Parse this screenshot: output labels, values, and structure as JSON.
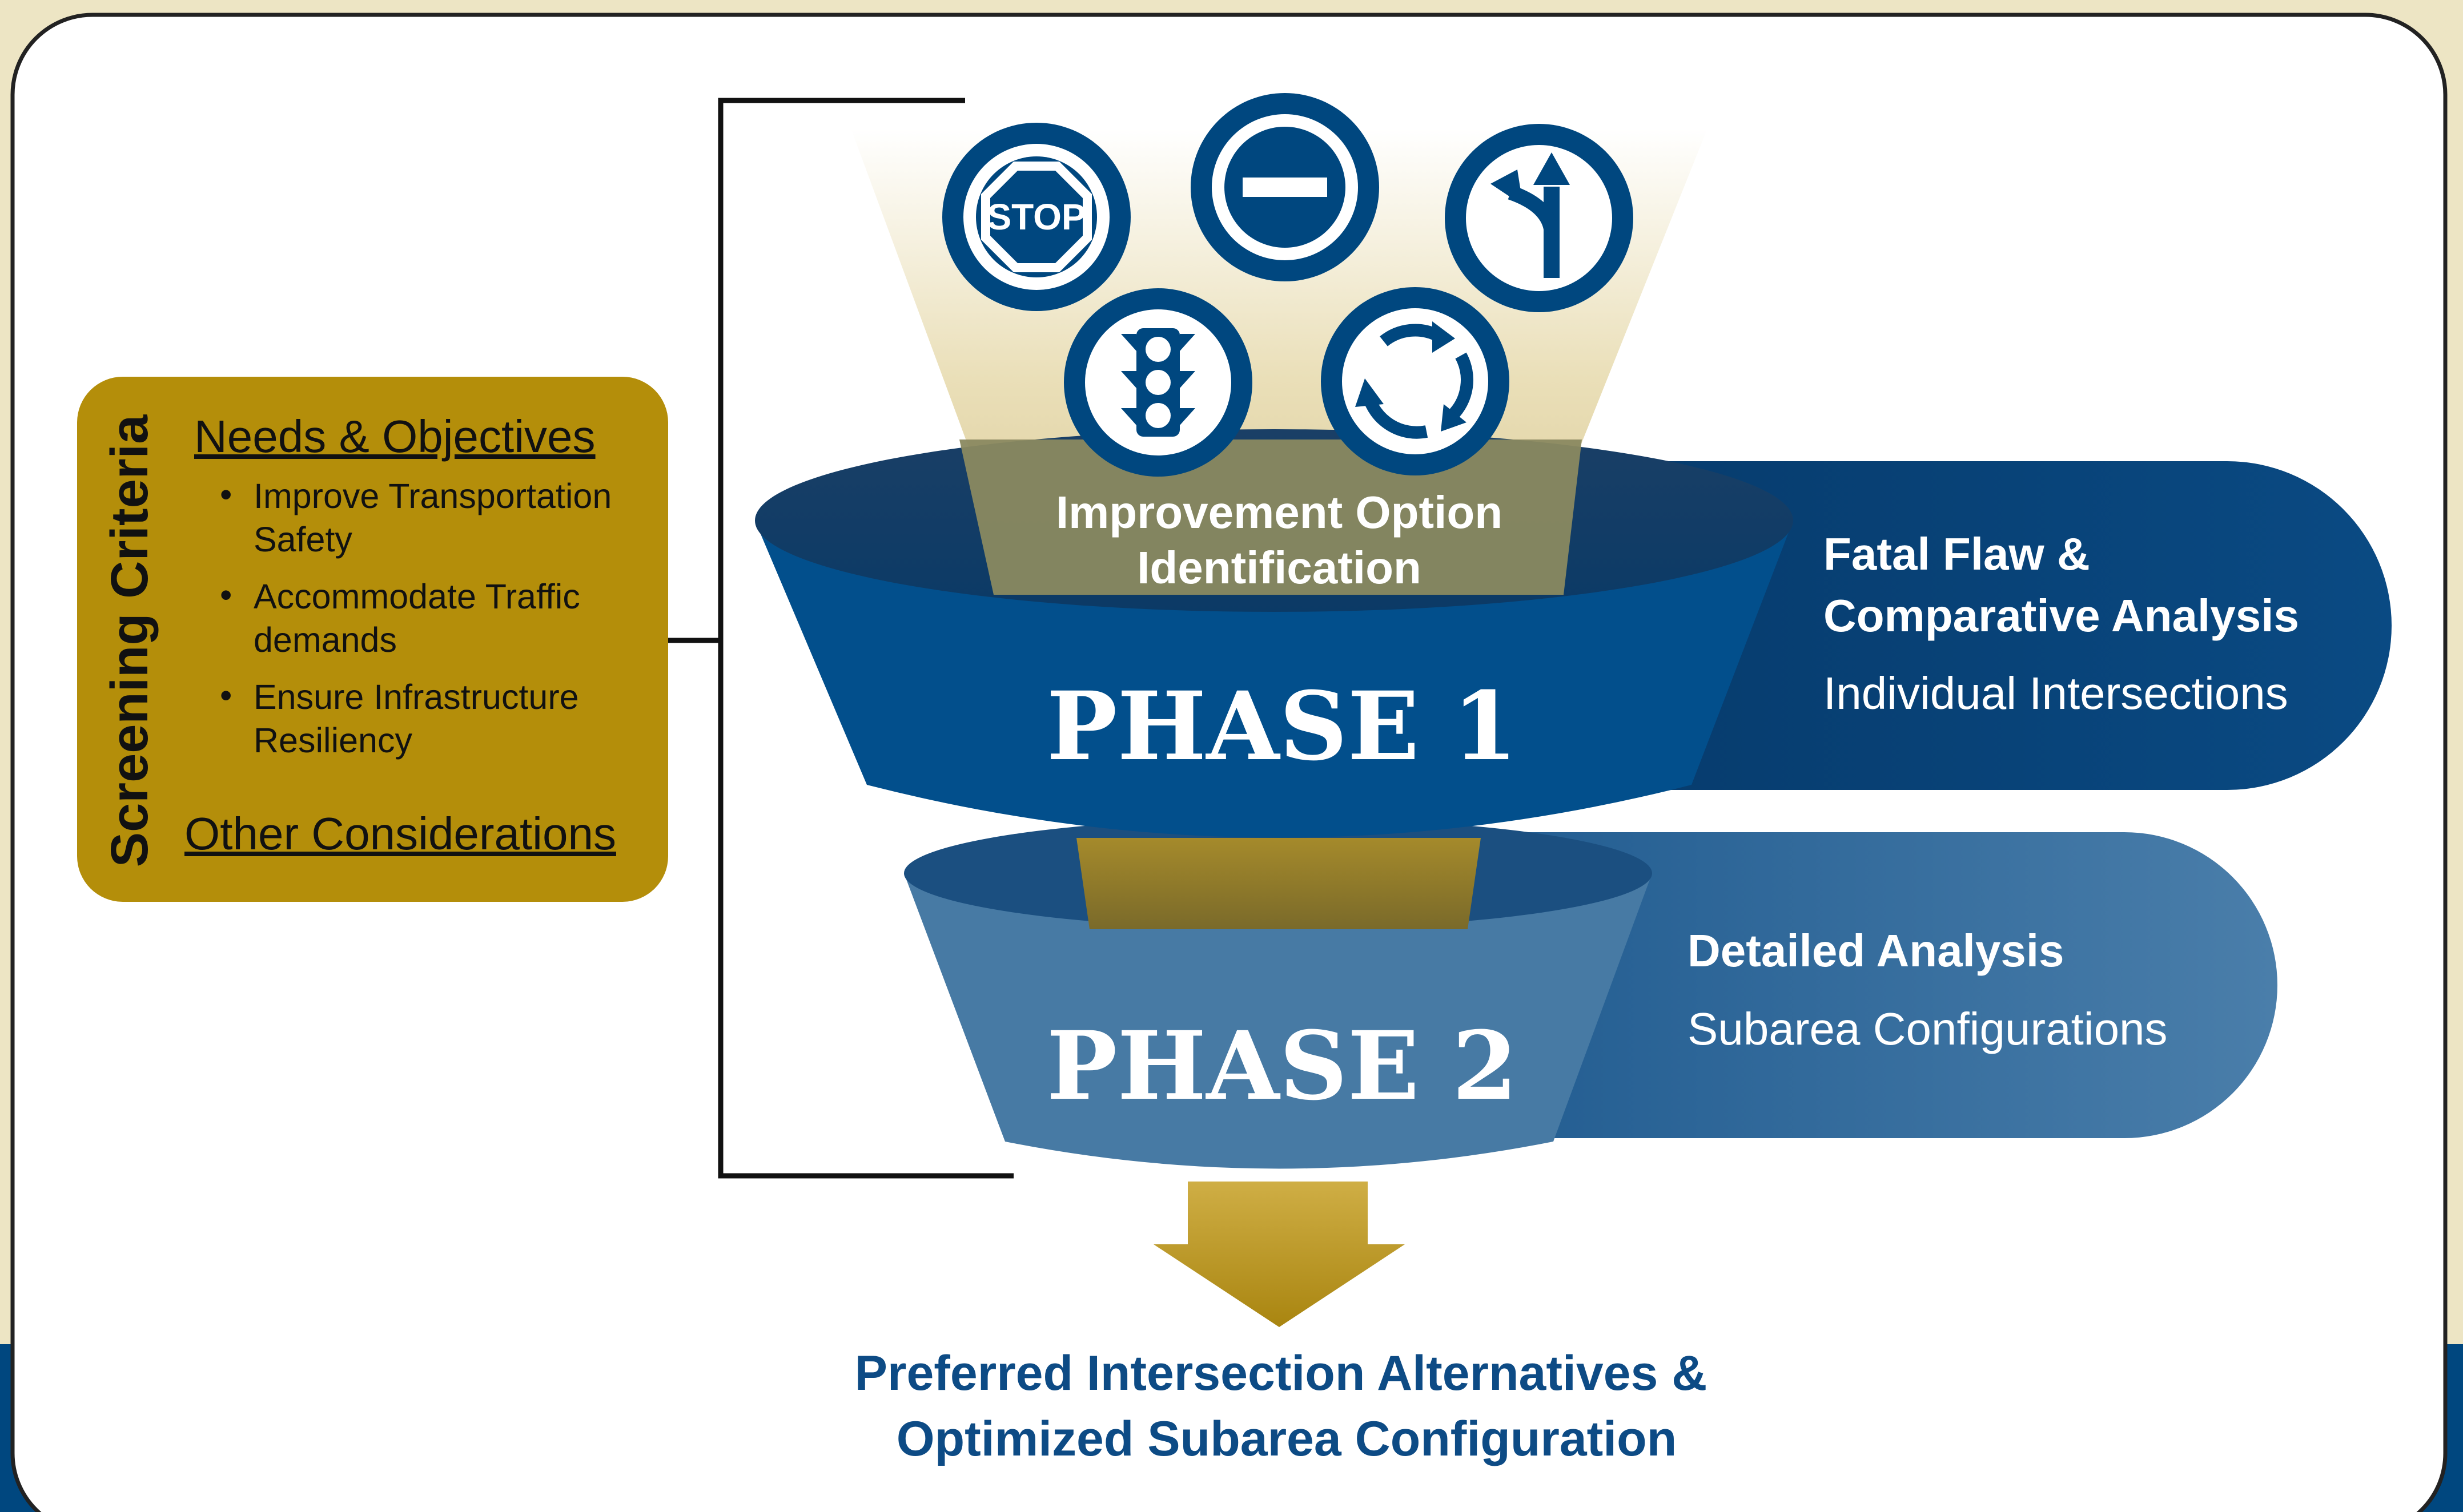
{
  "screening": {
    "title": "Screening Criteria",
    "needs_heading": "Needs & Objectives",
    "bullets": [
      [
        "Improve Transportation",
        "Safety"
      ],
      [
        "Accommodate Traffic",
        "demands"
      ],
      [
        "Ensure Infrastructure",
        "Resiliency"
      ]
    ],
    "other_heading": "Other Considerations"
  },
  "icons": {
    "stop_label": "STOP"
  },
  "funnel": {
    "top_label": [
      "Improvement Option",
      "Identification"
    ],
    "phase1": "PHASE 1",
    "phase2": "PHASE 2"
  },
  "phase1_panel": {
    "title": [
      "Fatal Flaw &",
      "Comparative Analysis"
    ],
    "subtitle": "Individual Intersections"
  },
  "phase2_panel": {
    "title": "Detailed Analysis",
    "subtitle": "Subarea Configurations"
  },
  "result": {
    "lines": [
      "Preferred Intersection Alternatives &",
      "Optimized Subarea Configuration"
    ]
  },
  "colors": {
    "navy": "#00477f",
    "steel": "#477aa4",
    "gold": "#b48e0a",
    "cream": "#ede5c4",
    "white": "#ffffff"
  }
}
